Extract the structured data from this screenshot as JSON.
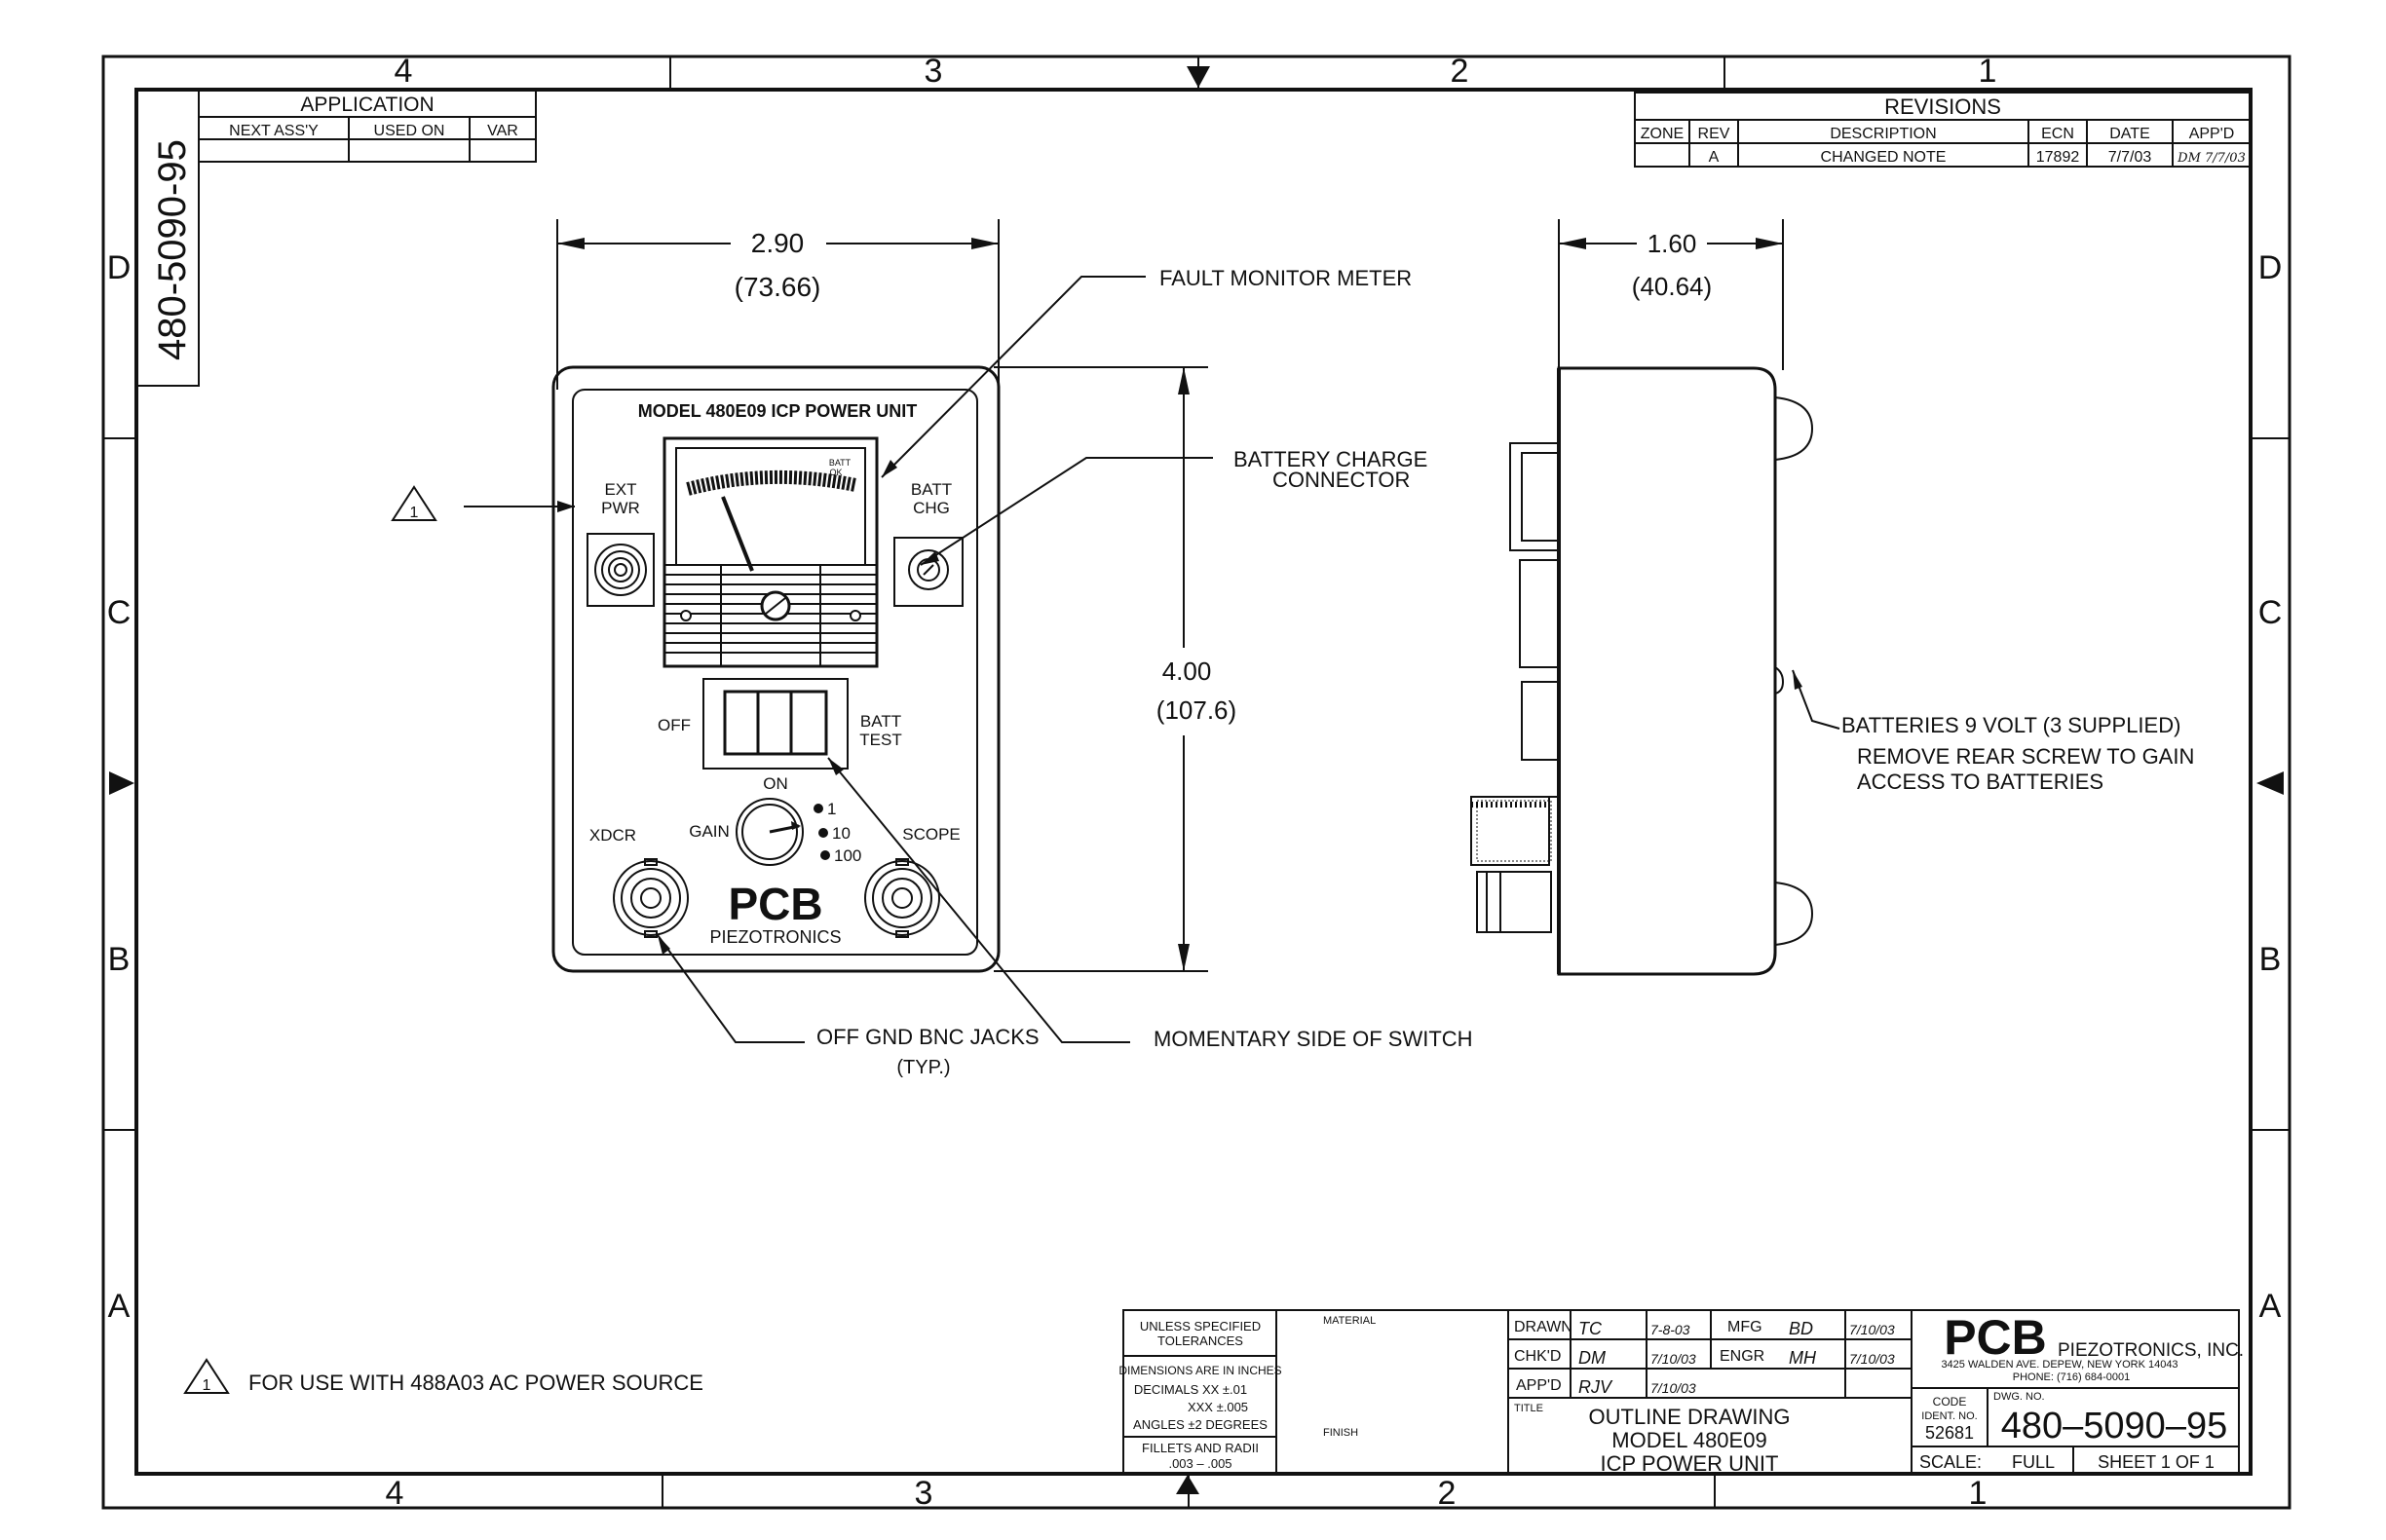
{
  "border": {
    "zones_top": [
      "4",
      "3",
      "2",
      "1"
    ],
    "zones_bottom": [
      "4",
      "3",
      "2",
      "1"
    ],
    "rows_left": [
      "D",
      "C",
      "B",
      "A"
    ],
    "rows_right": [
      "D",
      "C",
      "B",
      "A"
    ]
  },
  "dwg_vertical": "480-5090-95",
  "application": {
    "title": "APPLICATION",
    "cols": [
      "NEXT ASS'Y",
      "USED ON",
      "VAR"
    ]
  },
  "revisions": {
    "title": "REVISIONS",
    "headers": [
      "ZONE",
      "REV",
      "DESCRIPTION",
      "ECN",
      "DATE",
      "APP'D"
    ],
    "row": [
      "",
      "A",
      "CHANGED NOTE",
      "17892",
      "7/7/03",
      "DM 7/7/03"
    ]
  },
  "front": {
    "dim_width": "2.90",
    "dim_width_mm": "(73.66)",
    "dim_height": "4.00",
    "dim_height_mm": "(107.6)",
    "model_label": "MODEL 480E09 ICP POWER UNIT",
    "ext_pwr": [
      "EXT",
      "PWR"
    ],
    "batt_chg": [
      "BATT",
      "CHG"
    ],
    "batt_ok": [
      "BATT",
      "OK"
    ],
    "off": "OFF",
    "batt_test": [
      "BATT",
      "TEST"
    ],
    "on": "ON",
    "gain": "GAIN",
    "gain_opts": [
      "1",
      "10",
      "100"
    ],
    "xdcr": "XDCR",
    "scope": "SCOPE",
    "logo": "PCB",
    "brand": "PIEZOTRONICS"
  },
  "side": {
    "dim_width": "1.60",
    "dim_width_mm": "(40.64)"
  },
  "callouts": {
    "meter": "FAULT MONITOR METER",
    "charge": [
      "BATTERY CHARGE",
      "CONNECTOR"
    ],
    "batteries": [
      "BATTERIES 9 VOLT (3 SUPPLIED)",
      "REMOVE REAR SCREW TO GAIN",
      "ACCESS TO BATTERIES"
    ],
    "jacks": [
      "OFF GND BNC JACKS",
      "(TYP.)"
    ],
    "switch": "MOMENTARY SIDE OF SWITCH",
    "flag_num": "1"
  },
  "note": "FOR USE WITH 488A03 AC POWER SOURCE",
  "tolerances": {
    "title": [
      "UNLESS SPECIFIED",
      "TOLERANCES"
    ],
    "dims": "DIMENSIONS ARE IN INCHES",
    "decimals": [
      "DECIMALS  XX ±.01",
      "XXX ±.005"
    ],
    "angles": "ANGLES ±2 DEGREES",
    "fillets": [
      "FILLETS AND RADII",
      ".003 – .005"
    ]
  },
  "material_label": "MATERIAL",
  "finish_label": "FINISH",
  "approvals": {
    "drawn": "DRAWN",
    "drawn_by": "TC",
    "drawn_date": "7-8-03",
    "chkd": "CHK'D",
    "chkd_by": "DM",
    "chkd_date": "7/10/03",
    "appd": "APP'D",
    "appd_by": "RJV",
    "appd_date": "7/10/03",
    "mfg": "MFG",
    "mfg_by": "BD",
    "mfg_date": "7/10/03",
    "engr": "ENGR",
    "engr_by": "MH",
    "engr_date": "7/10/03"
  },
  "title_block": {
    "title_label": "TITLE",
    "title_lines": [
      "OUTLINE DRAWING",
      "MODEL 480E09",
      "ICP POWER UNIT"
    ],
    "company": "PIEZOTRONICS, INC.",
    "address": "3425 WALDEN AVE. DEPEW, NEW YORK 14043",
    "phone": "PHONE: (716) 684-0001",
    "code_label": [
      "CODE",
      "IDENT. NO."
    ],
    "code": "52681",
    "dwg_label": "DWG. NO.",
    "dwg_no": "480–5090–95",
    "scale_label": "SCALE:",
    "scale": "FULL",
    "sheet": "SHEET 1 OF 1"
  }
}
